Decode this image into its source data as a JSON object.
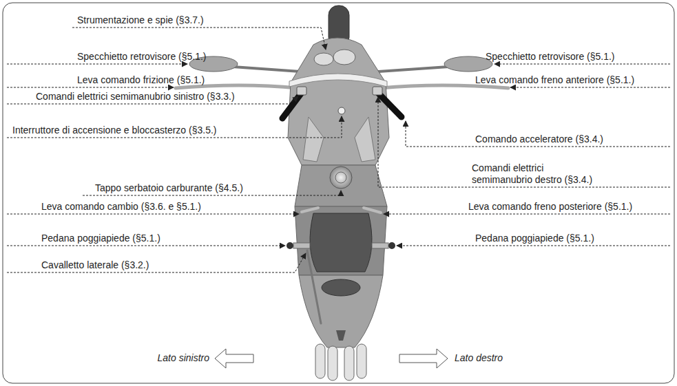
{
  "diagram": {
    "labels": [
      "Strumentazione e spie (§3.7.)",
      "Specchietto retrovisore (§5.1.)",
      "Specchietto retrovisore (§5.1.)",
      "Leva comando frizione (§5.1.)",
      "Leva comando freno anteriore (§5.1.)",
      "Comandi elettrici semimanubrio sinistro (§3.3.)",
      "Interruttore di accensione e bloccasterzo (§3.5.)",
      "Comando acceleratore (§3.4.)",
      "Comandi elettrici semimanubrio destro (§3.4.)",
      "Tappo serbatoio carburante (§4.5.)",
      "Leva comando cambio (§3.6. e §5.1.)",
      "Leva comando freno posteriore (§5.1.)",
      "Pedana poggiapiede (§5.1.)",
      "Pedana poggiapiede (§5.1.)",
      "Cavalletto laterale (§3.2.)",
      "Lato sinistro",
      "Lato destro"
    ]
  }
}
